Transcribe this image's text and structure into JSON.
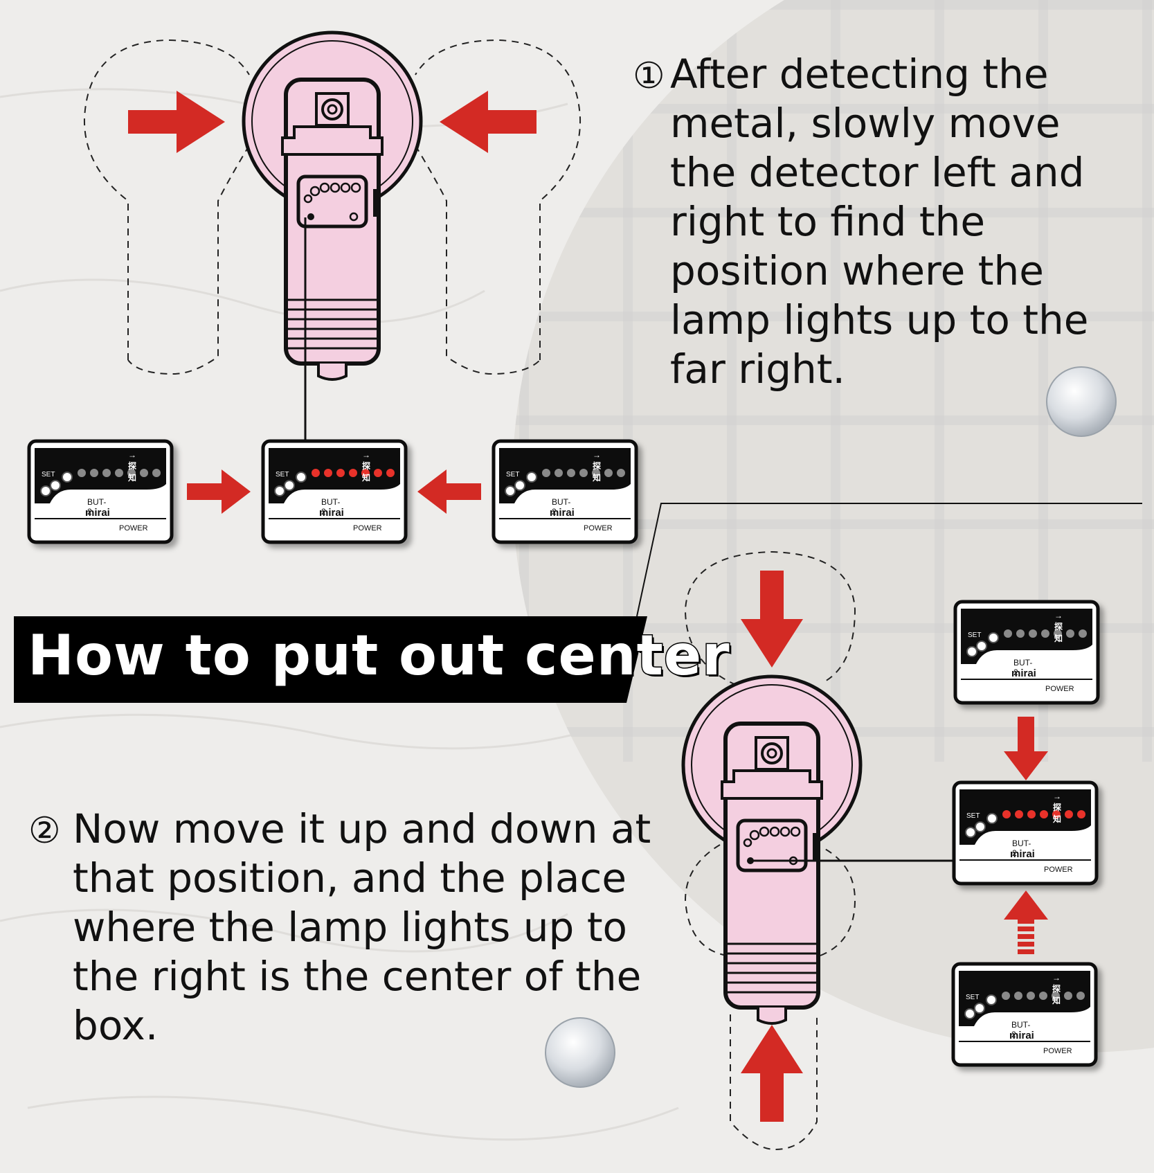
{
  "title": "How to put out center",
  "step1": {
    "number": "①",
    "lines": [
      "After detecting the",
      "metal, slowly move",
      "the detector left and",
      "right to find the",
      "position where the",
      "lamp lights up to the",
      "far right."
    ]
  },
  "step2": {
    "number": "②",
    "lines": [
      "Now move it up and down at",
      "that position, and the place",
      "where the lamp lights up to",
      "the right is the center of the",
      "box."
    ]
  },
  "unit": {
    "model": "BUT-2",
    "brand": "mirai",
    "set_label": "SET",
    "power_label": "POWER",
    "detect_label": "→ 探知"
  },
  "colors": {
    "arrow": "#d32a24",
    "detector_body": "#f4cfe0",
    "lamp_on": "#e8302a",
    "lamp_off": "#8a8a8a",
    "banner": "#000000"
  }
}
